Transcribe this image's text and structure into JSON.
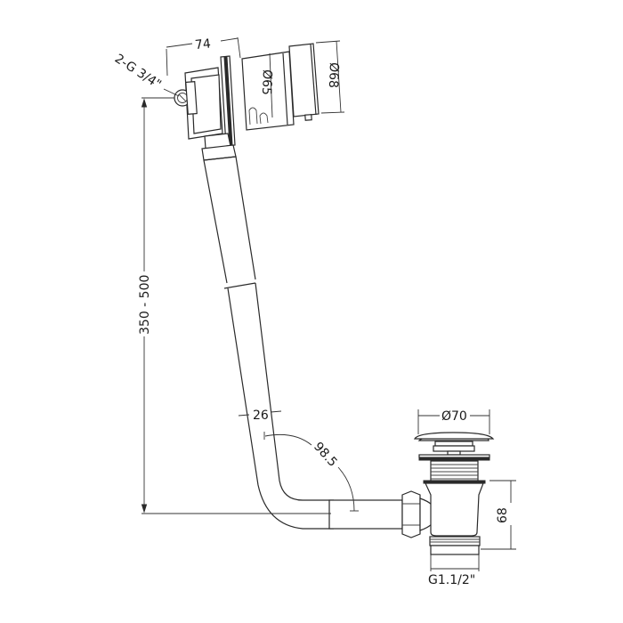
{
  "diagram": {
    "type": "technical-drawing",
    "subject": "bath overflow filler / waste with click-clack plug",
    "colors": {
      "line": "#2a2a2a",
      "background": "#ffffff"
    },
    "dimensions": {
      "overflow_head_depth": "74",
      "overflow_inner_diameter": "Ø65",
      "overflow_outer_diameter": "Ø68",
      "inlet_connection": "2-G 3/4\"",
      "overflow_height_range": "350 - 500",
      "pipe_diameter": "26",
      "bend_radius": "98.5",
      "plug_diameter": "Ø70",
      "waste_body_height": "68",
      "outlet_thread": "G1.1/2\""
    }
  }
}
